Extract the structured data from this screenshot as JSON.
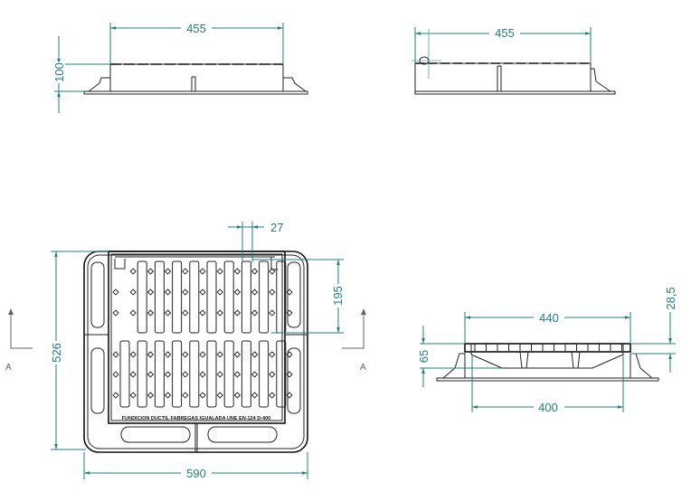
{
  "drawing": {
    "views": {
      "front_elevation": {
        "width_label": "455",
        "height_label": "100"
      },
      "side_elevation": {
        "width_label": "455"
      },
      "plan": {
        "gap_label": "27",
        "slot_length_label": "195",
        "height_label": "526",
        "width_label": "590",
        "inscription": "FUNDICION DUCTIL FABREGAS IGUALADA UNE EN-124 D-400"
      },
      "section": {
        "top_width_label": "440",
        "bottom_width_label": "400",
        "depth_label": "65",
        "grate_thickness_label": "28,5"
      }
    },
    "section_markers": {
      "left": "A",
      "right": "A"
    },
    "colors": {
      "dimension": "#1f7f7c",
      "outline": "#222222"
    }
  }
}
